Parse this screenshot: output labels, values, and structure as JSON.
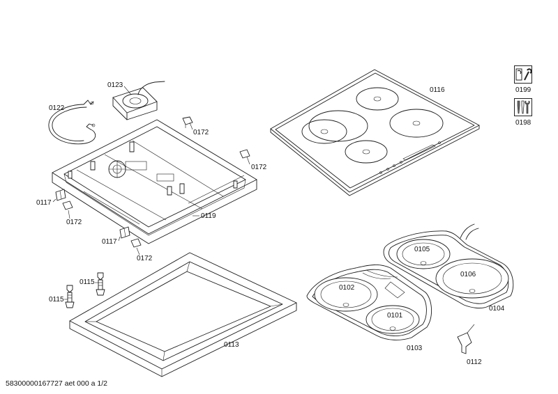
{
  "parts": [
    {
      "id": "p0123",
      "label": "0123"
    },
    {
      "id": "p0122",
      "label": "0122"
    },
    {
      "id": "p0172a",
      "label": "0172"
    },
    {
      "id": "p0172b",
      "label": "0172"
    },
    {
      "id": "p0117a",
      "label": "0117"
    },
    {
      "id": "p0172c",
      "label": "0172"
    },
    {
      "id": "p0119",
      "label": "0119"
    },
    {
      "id": "p0117b",
      "label": "0117"
    },
    {
      "id": "p0172d",
      "label": "0172"
    },
    {
      "id": "p0116",
      "label": "0116"
    },
    {
      "id": "p0105",
      "label": "0105"
    },
    {
      "id": "p0106",
      "label": "0106"
    },
    {
      "id": "p0104",
      "label": "0104"
    },
    {
      "id": "p0102",
      "label": "0102"
    },
    {
      "id": "p0101",
      "label": "0101"
    },
    {
      "id": "p0103",
      "label": "0103"
    },
    {
      "id": "p0112",
      "label": "0112"
    },
    {
      "id": "p0115a",
      "label": "0115"
    },
    {
      "id": "p0115b",
      "label": "0115"
    },
    {
      "id": "p0113",
      "label": "0113"
    }
  ],
  "legend": [
    {
      "label": "0199",
      "icon": "wrench-manual-icon"
    },
    {
      "label": "0198",
      "icon": "tools-icon"
    }
  ],
  "footer": "58300000167727 aet 000 a 1/2"
}
